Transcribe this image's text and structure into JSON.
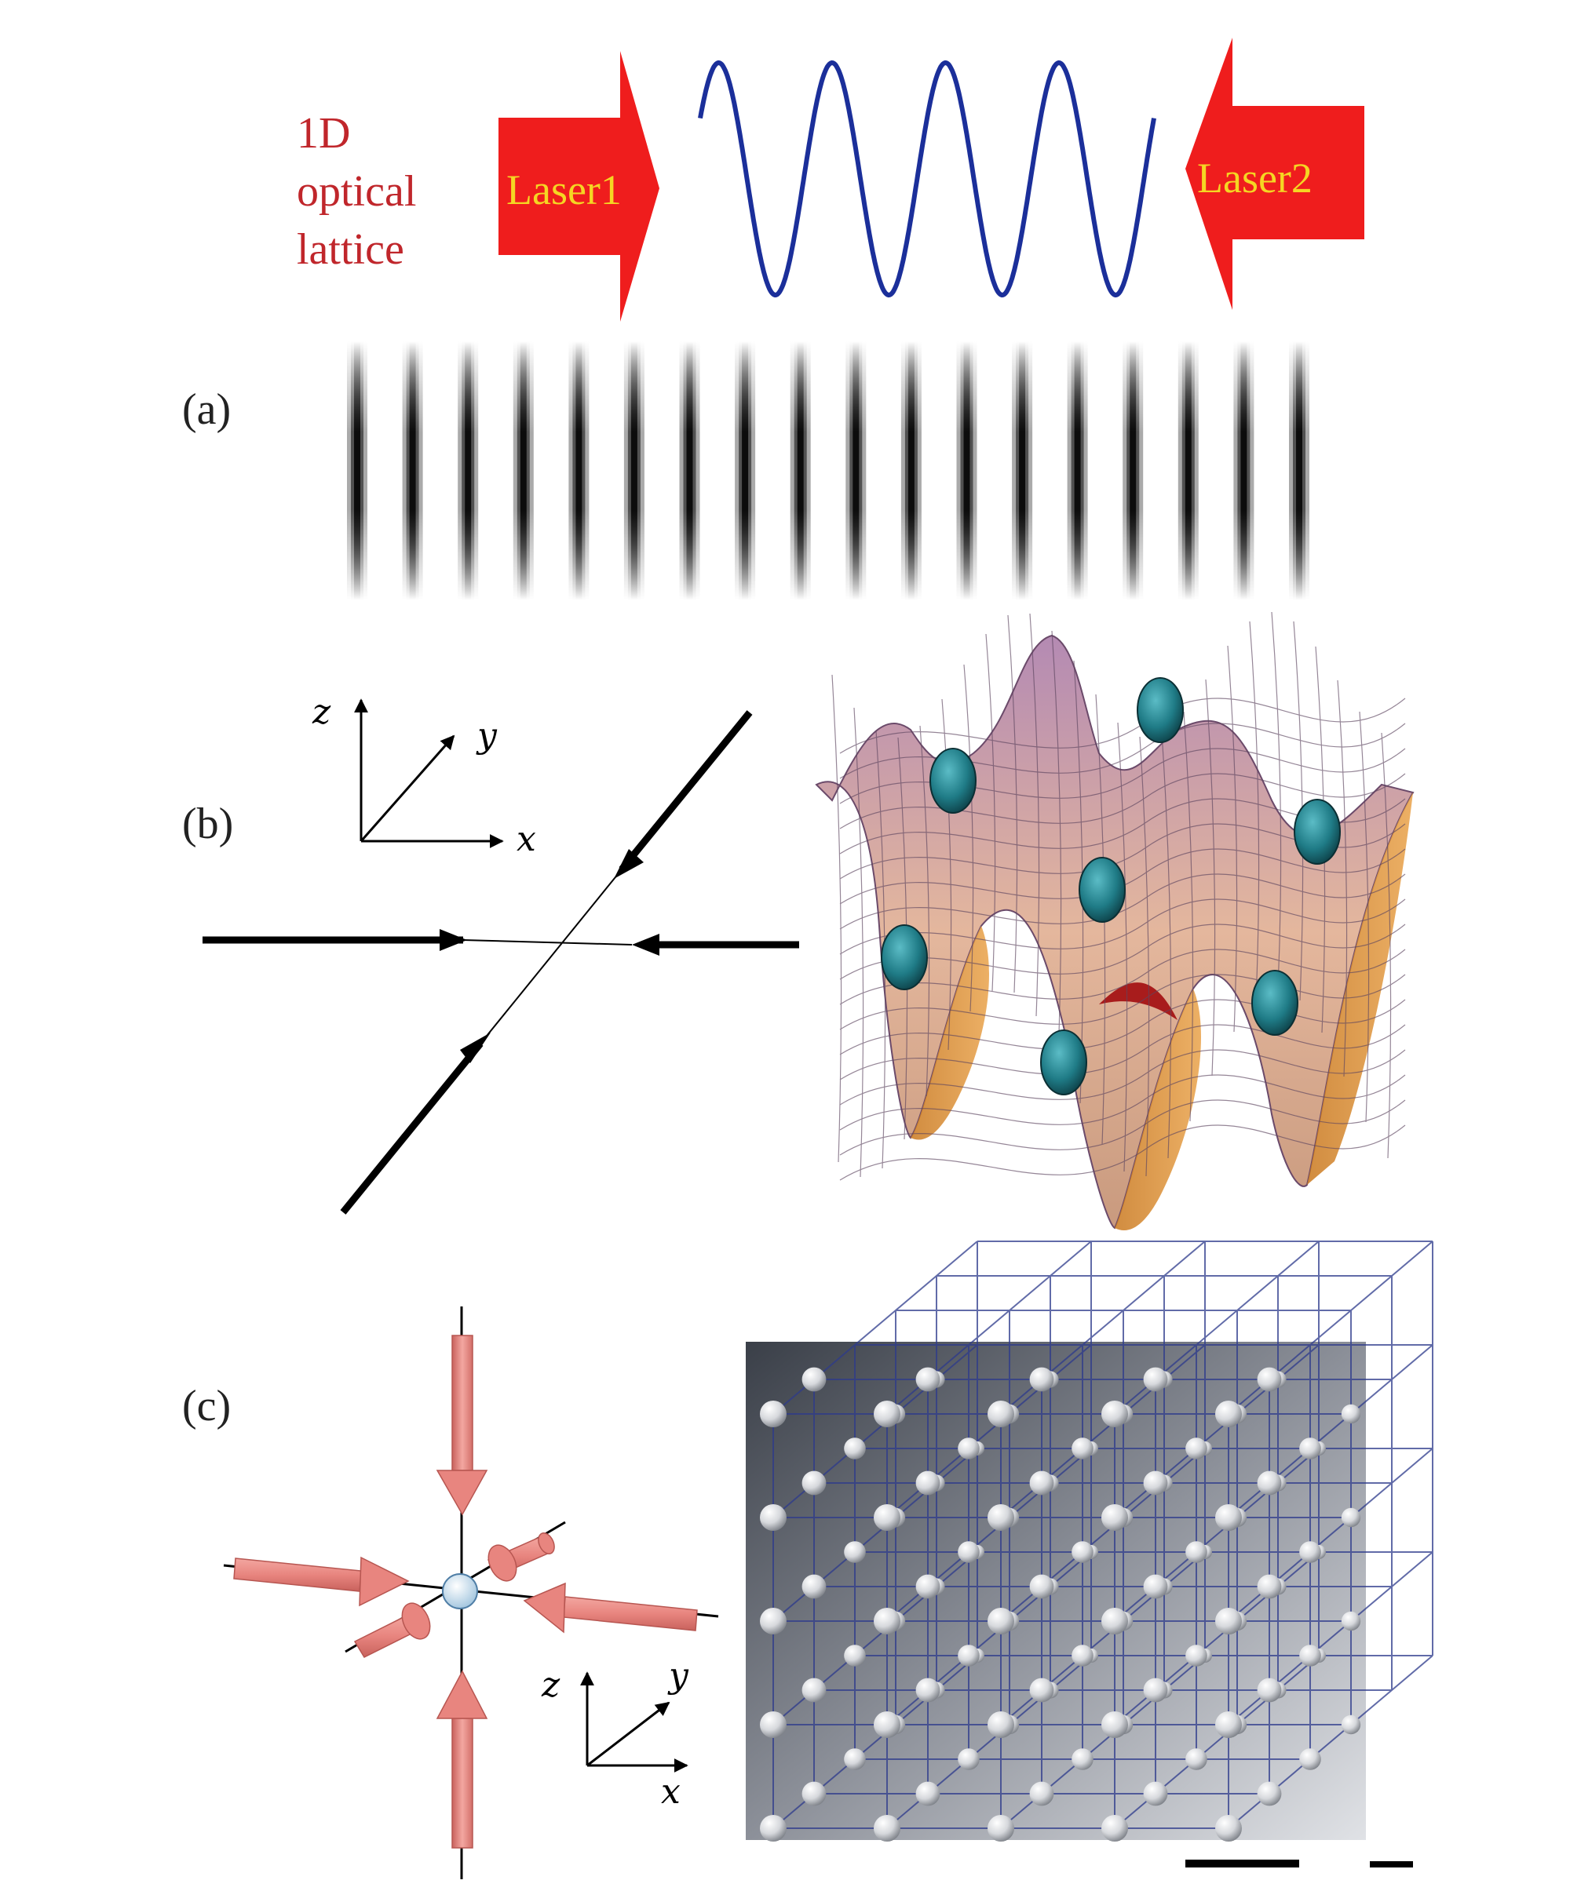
{
  "header": {
    "lines": [
      "1D",
      "optical",
      "lattice"
    ]
  },
  "lasers": {
    "left": "Laser1",
    "right": "Laser2"
  },
  "panels": {
    "a": "(a)",
    "b": "(b)",
    "c": "(c)"
  },
  "axes": {
    "z": "z",
    "y": "y",
    "x": "x"
  },
  "colors": {
    "laser_red": "#ef1d1d",
    "laser_text": "#f5d623",
    "header_text": "#c0262b",
    "wave_blue": "#1b2f9a",
    "beam_pink": "#e8857f",
    "atom_teal": "#1f7b86",
    "surface_peach": "#e8b89a"
  },
  "counts": {
    "fringes": 18,
    "wave_periods": 4
  }
}
